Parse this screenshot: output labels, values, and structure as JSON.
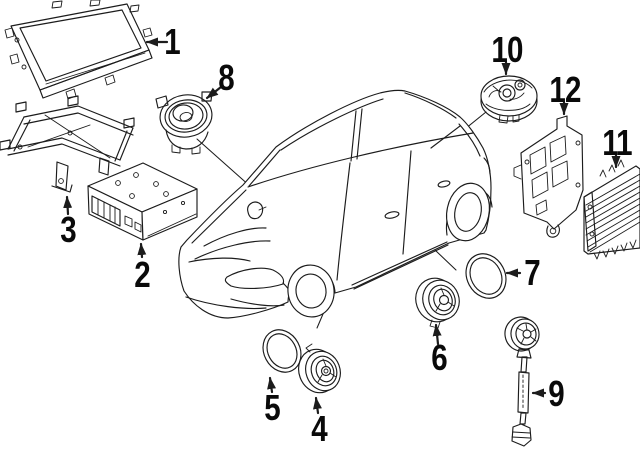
{
  "diagram": {
    "colors": {
      "background": "#ffffff",
      "line": "#1c1c1c",
      "label": "#0a0a0a"
    },
    "callouts": [
      {
        "label": "1",
        "part": "display-unit"
      },
      {
        "label": "2",
        "part": "radio-receiver"
      },
      {
        "label": "3",
        "part": "radio-mounting-bracket"
      },
      {
        "label": "4",
        "part": "front-door-speaker"
      },
      {
        "label": "5",
        "part": "front-speaker-trim-ring"
      },
      {
        "label": "6",
        "part": "rear-door-speaker"
      },
      {
        "label": "7",
        "part": "rear-speaker-trim-ring"
      },
      {
        "label": "8",
        "part": "dash-tweeter-speaker"
      },
      {
        "label": "9",
        "part": "tweeter-with-mounting-stem"
      },
      {
        "label": "10",
        "part": "rear-shelf-speaker"
      },
      {
        "label": "11",
        "part": "amplifier"
      },
      {
        "label": "12",
        "part": "amplifier-bracket"
      }
    ]
  }
}
